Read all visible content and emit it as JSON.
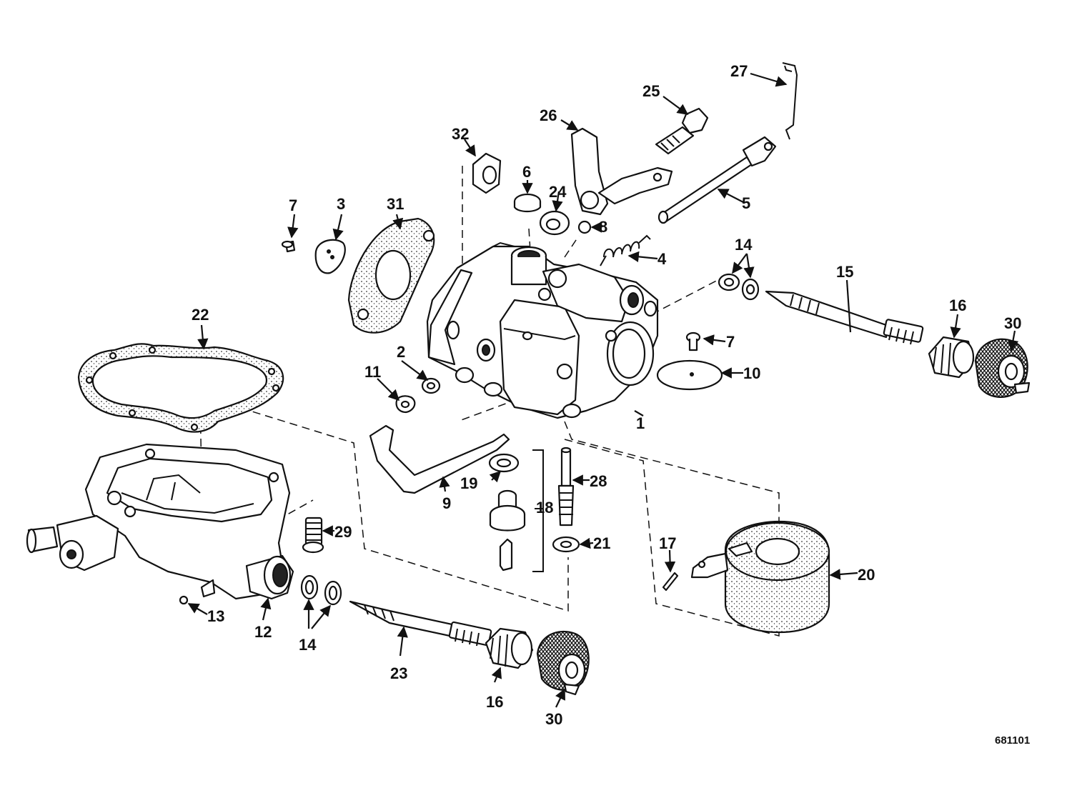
{
  "drawing_ref": "681101",
  "callouts": [
    {
      "id": "c1",
      "label": "1"
    },
    {
      "id": "c2",
      "label": "2"
    },
    {
      "id": "c3",
      "label": "3"
    },
    {
      "id": "c4",
      "label": "4"
    },
    {
      "id": "c5",
      "label": "5"
    },
    {
      "id": "c6",
      "label": "6"
    },
    {
      "id": "c7a",
      "label": "7"
    },
    {
      "id": "c7b",
      "label": "7"
    },
    {
      "id": "c8",
      "label": "8"
    },
    {
      "id": "c9",
      "label": "9"
    },
    {
      "id": "c10",
      "label": "10"
    },
    {
      "id": "c11",
      "label": "11"
    },
    {
      "id": "c12",
      "label": "12"
    },
    {
      "id": "c13",
      "label": "13"
    },
    {
      "id": "c14a",
      "label": "14"
    },
    {
      "id": "c14b",
      "label": "14"
    },
    {
      "id": "c15",
      "label": "15"
    },
    {
      "id": "c16a",
      "label": "16"
    },
    {
      "id": "c16b",
      "label": "16"
    },
    {
      "id": "c17",
      "label": "17"
    },
    {
      "id": "c18",
      "label": "18"
    },
    {
      "id": "c19",
      "label": "19"
    },
    {
      "id": "c20",
      "label": "20"
    },
    {
      "id": "c21",
      "label": "21"
    },
    {
      "id": "c22",
      "label": "22"
    },
    {
      "id": "c23",
      "label": "23"
    },
    {
      "id": "c24",
      "label": "24"
    },
    {
      "id": "c25",
      "label": "25"
    },
    {
      "id": "c26",
      "label": "26"
    },
    {
      "id": "c27",
      "label": "27"
    },
    {
      "id": "c28",
      "label": "28"
    },
    {
      "id": "c29",
      "label": "29"
    },
    {
      "id": "c30a",
      "label": "30"
    },
    {
      "id": "c30b",
      "label": "30"
    },
    {
      "id": "c31",
      "label": "31"
    },
    {
      "id": "c32",
      "label": "32"
    }
  ]
}
